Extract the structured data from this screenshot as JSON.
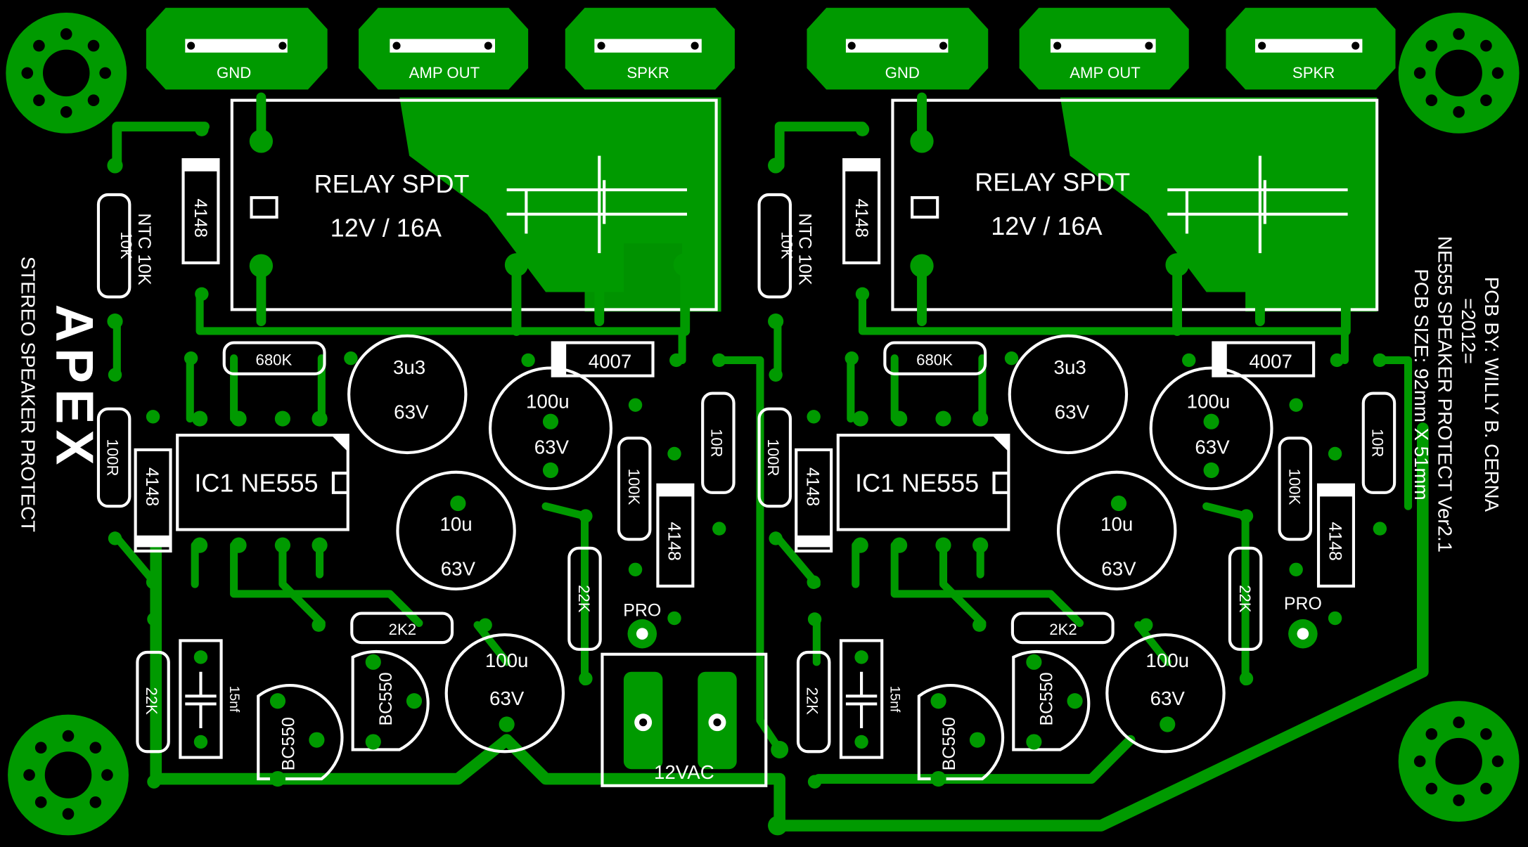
{
  "board": {
    "background": "#000000",
    "copper_color": "#009a00",
    "silk_color": "#ffffff"
  },
  "left": {
    "terminals": [
      "GND",
      "AMP OUT",
      "SPKR"
    ],
    "relay_line1": "RELAY SPDT",
    "relay_line2": "12V / 16A",
    "ntc": "NTC 10K",
    "r10k": "10K",
    "d4148_top": "4148",
    "r680k": "680K",
    "d4007": "4007",
    "c3u3": "3u3",
    "c3u3_v": "63V",
    "c100u_top": "100u",
    "c100u_top_v": "63V",
    "r100r": "100R",
    "d4148_mid": "4148",
    "ic": "IC1 NE555",
    "c10u": "10u",
    "c10u_v": "63V",
    "r10r": "10R",
    "r100k": "100K",
    "d4148_right": "4148",
    "r22k_mid": "22K",
    "pro": "PRO",
    "r2k2": "2K2",
    "c100u_bot": "100u",
    "c100u_bot_v": "63V",
    "r22k_low": "22K",
    "cap15nf": "15nf",
    "q1": "BC550",
    "q2": "BC550"
  },
  "right": {
    "terminals": [
      "GND",
      "AMP OUT",
      "SPKR"
    ],
    "relay_line1": "RELAY SPDT",
    "relay_line2": "12V / 16A",
    "ntc": "NTC 10K",
    "r10k": "10K",
    "d4148_top": "4148",
    "r680k": "680K",
    "d4007": "4007",
    "c3u3": "3u3",
    "c3u3_v": "63V",
    "c100u_top": "100u",
    "c100u_top_v": "63V",
    "r100r": "100R",
    "d4148_mid": "4148",
    "ic": "IC1 NE555",
    "c10u": "10u",
    "c10u_v": "63V",
    "r10r": "10R",
    "r100k": "100K",
    "d4148_right": "4148",
    "r22k_mid": "22K",
    "pro": "PRO",
    "r2k2": "2K2",
    "c100u_bot": "100u",
    "c100u_bot_v": "63V",
    "r22k_low": "22K",
    "cap15nf": "15nf",
    "q1": "BC550",
    "q2": "BC550"
  },
  "power": {
    "label": "12VAC"
  },
  "branding": {
    "logo": "APEX",
    "product": "STEREO SPEAKER PROTECT"
  },
  "credits": {
    "line1": "PCB BY: WILLY B. CERNA",
    "line2": "=2012=",
    "line3": "NE555 SPEAKER PROTECT Ver2.1",
    "line4": "PCB SIZE: 92mm X 51mm"
  }
}
